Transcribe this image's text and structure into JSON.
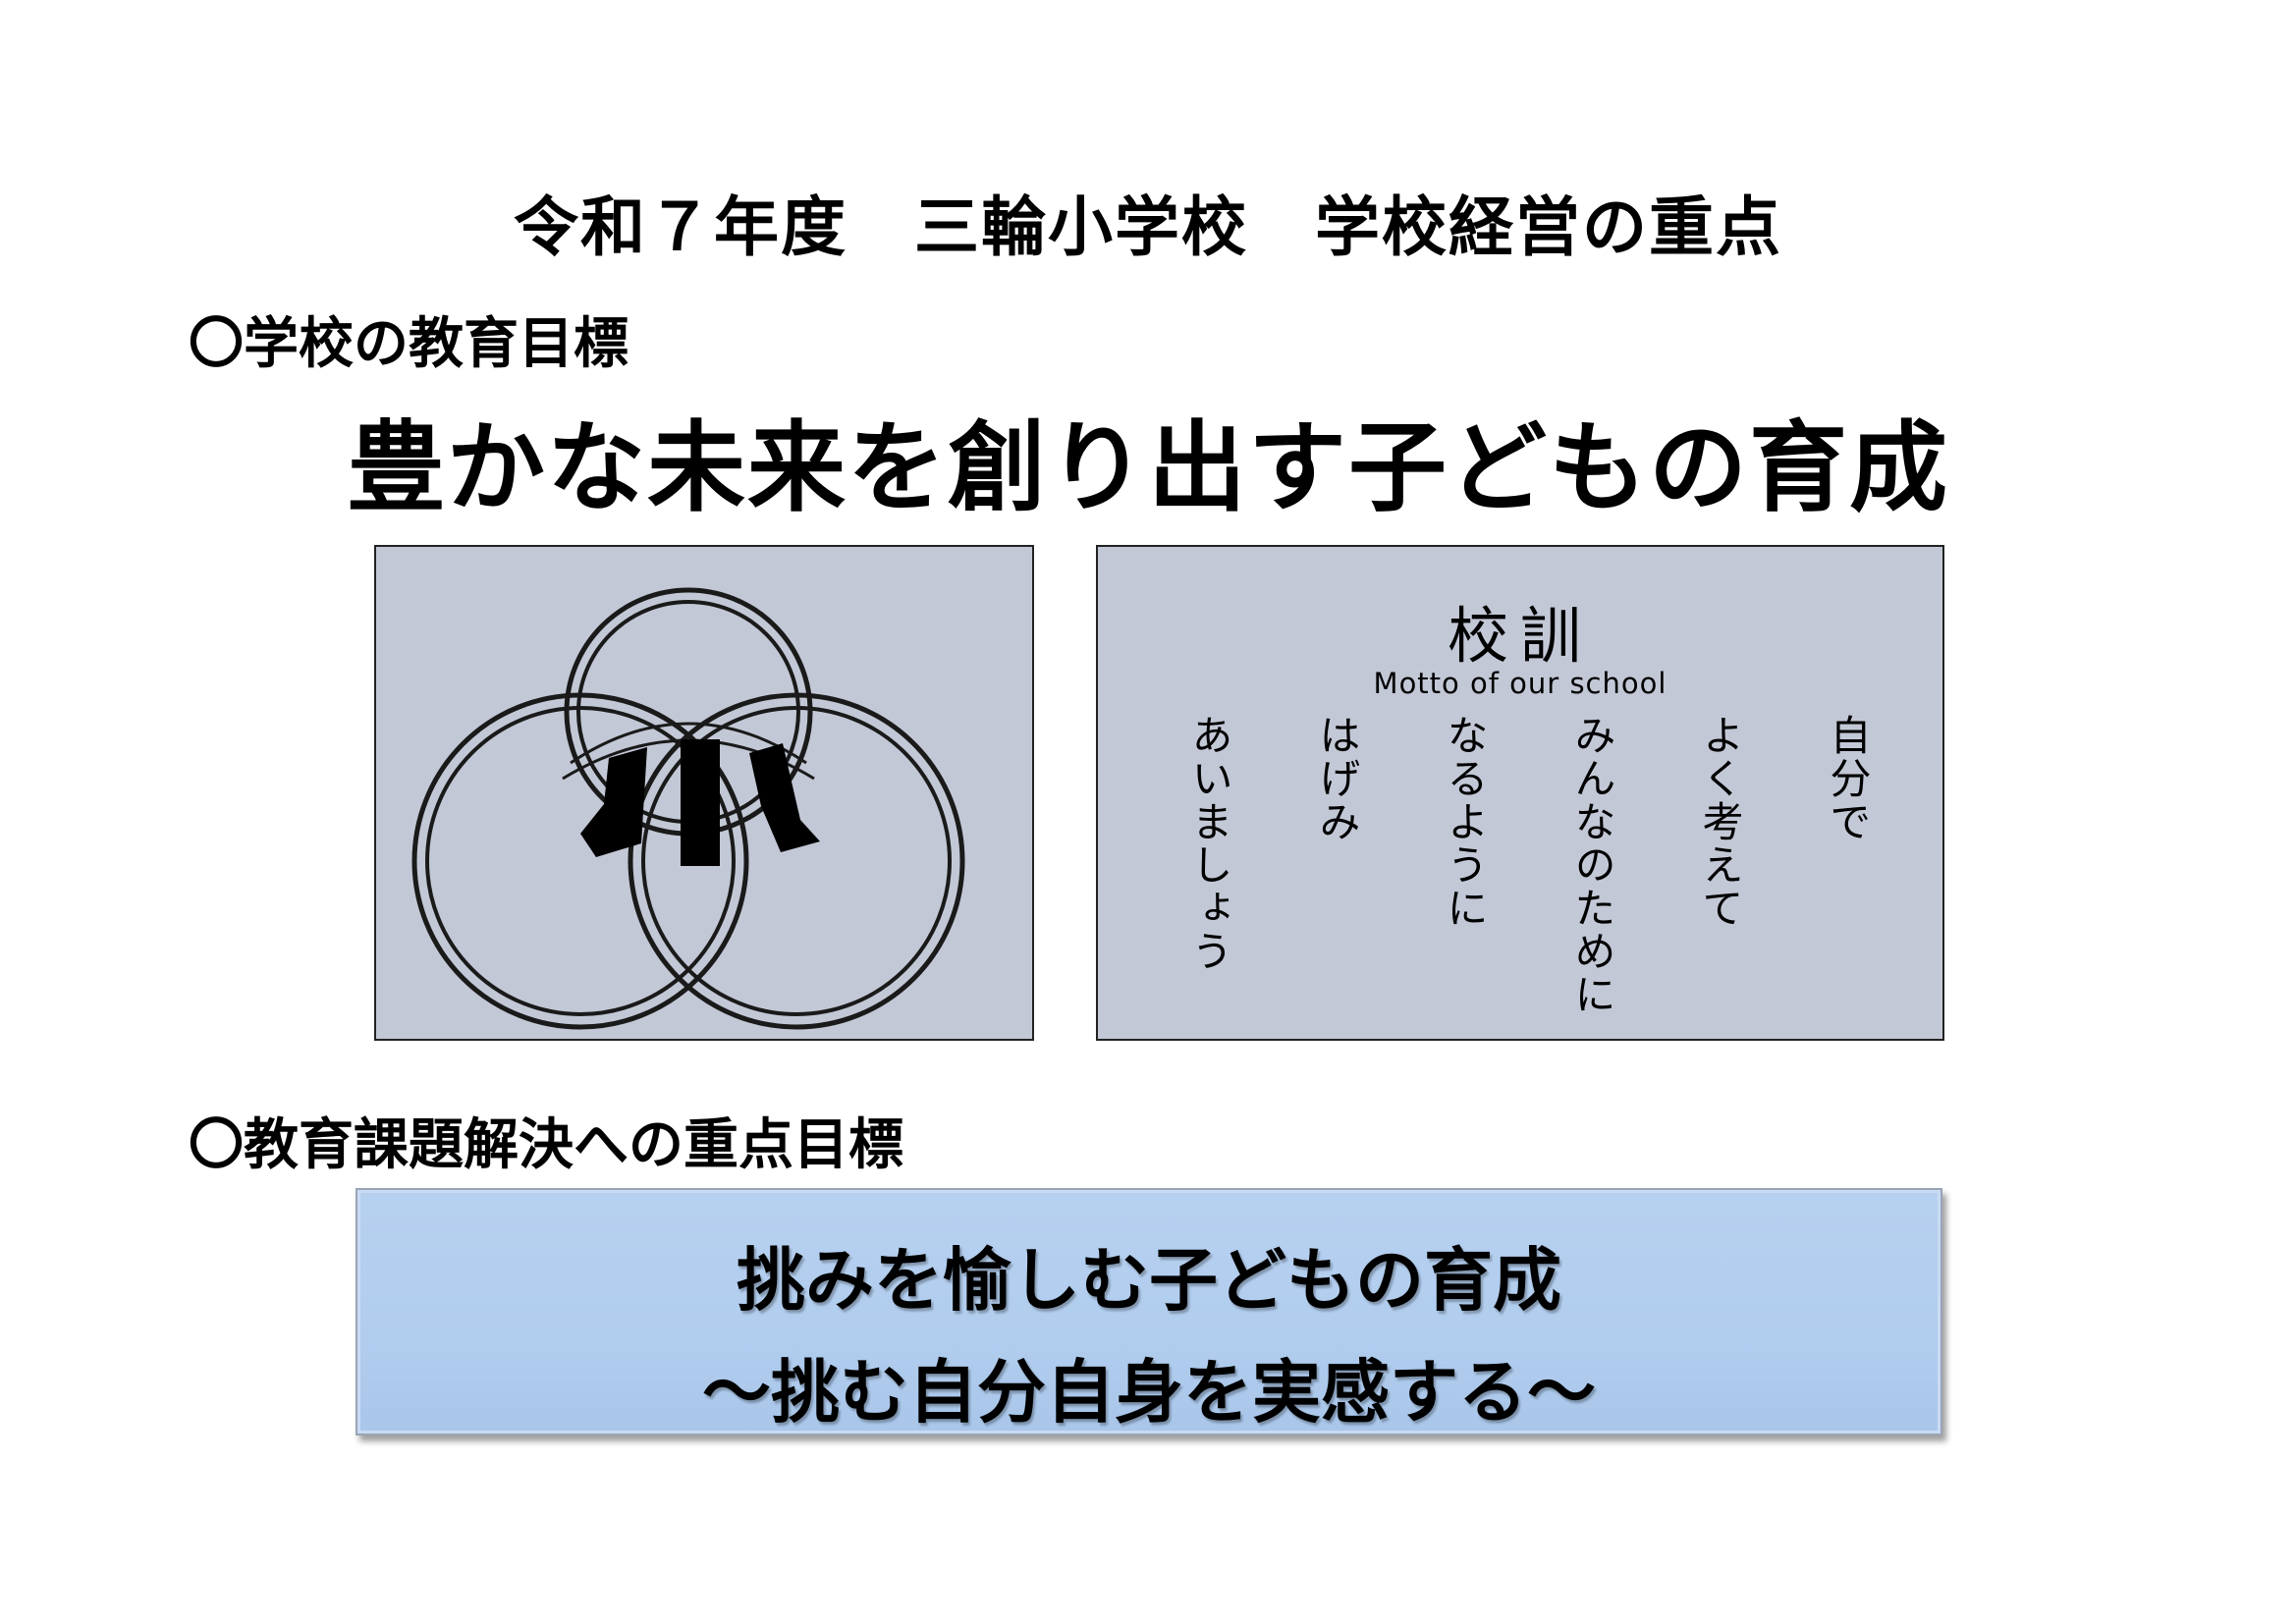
{
  "title": "令和７年度　三輪小学校　学校経営の重点",
  "section1": {
    "heading": "〇学校の教育目標",
    "goal": "豊かな未来を創り出す子どもの育成"
  },
  "emblem": {
    "icon": "school-emblem-three-rings"
  },
  "motto": {
    "title": "校訓",
    "subtitle": "Motto of our school",
    "lines": [
      "自分で",
      "よく考えて",
      "みんなのために",
      "なるように",
      "はげみ",
      "あいましょう"
    ]
  },
  "section2": {
    "heading": "〇教育課題解決への重点目標",
    "line1": "挑みを愉しむ子どもの育成",
    "line2": "～挑む自分自身を実感する～"
  },
  "colors": {
    "panel": "#c3c8d6",
    "focus_box": "#b1cdee"
  }
}
